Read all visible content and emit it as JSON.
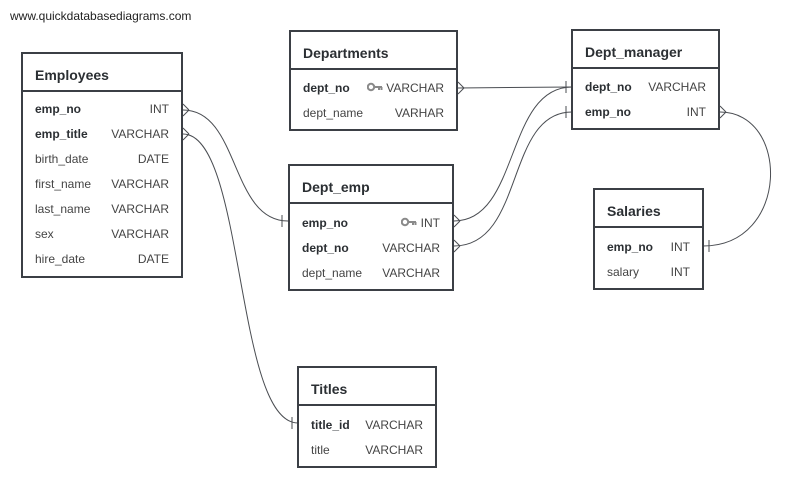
{
  "site": "www.quickdatabasediagrams.com",
  "tables": {
    "employees": {
      "title": "Employees",
      "fields": [
        {
          "name": "emp_no",
          "type": "INT"
        },
        {
          "name": "emp_title",
          "type": "VARCHAR"
        },
        {
          "name": "birth_date",
          "type": "DATE"
        },
        {
          "name": "first_name",
          "type": "VARCHAR"
        },
        {
          "name": "last_name",
          "type": "VARCHAR"
        },
        {
          "name": "sex",
          "type": "VARCHAR"
        },
        {
          "name": "hire_date",
          "type": "DATE"
        }
      ]
    },
    "departments": {
      "title": "Departments",
      "fields": [
        {
          "name": "dept_no",
          "type": "VARCHAR"
        },
        {
          "name": "dept_name",
          "type": "VARHAR"
        }
      ]
    },
    "dept_manager": {
      "title": "Dept_manager",
      "fields": [
        {
          "name": "dept_no",
          "type": "VARCHAR"
        },
        {
          "name": "emp_no",
          "type": "INT"
        }
      ]
    },
    "dept_emp": {
      "title": "Dept_emp",
      "fields": [
        {
          "name": "emp_no",
          "type": "INT"
        },
        {
          "name": "dept_no",
          "type": "VARCHAR"
        },
        {
          "name": "dept_name",
          "type": "VARCHAR"
        }
      ]
    },
    "salaries": {
      "title": "Salaries",
      "fields": [
        {
          "name": "emp_no",
          "type": "INT"
        },
        {
          "name": "salary",
          "type": "INT"
        }
      ]
    },
    "titles": {
      "title": "Titles",
      "fields": [
        {
          "name": "title_id",
          "type": "VARCHAR"
        },
        {
          "name": "title",
          "type": "VARCHAR"
        }
      ]
    }
  }
}
